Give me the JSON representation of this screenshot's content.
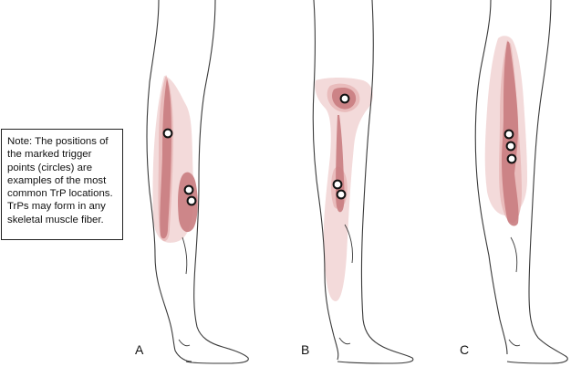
{
  "note": {
    "lines": [
      "Note: The positions of",
      "the marked trigger",
      "points (circles) are",
      "examples of the most",
      "common TrP locations.",
      "TrPs may form in any",
      "skeletal muscle fiber."
    ]
  },
  "panels": [
    {
      "label": "A",
      "trigger_points": 3
    },
    {
      "label": "B",
      "trigger_points": 3
    },
    {
      "label": "C",
      "trigger_points": 3
    }
  ],
  "colors": {
    "outline": "#3a3a3a",
    "referral_zone_light": "#f3dada",
    "referral_zone_mid": "#e9bcbc",
    "muscle_dark": "#c97c80",
    "trigger_point_fill": "#ffffff",
    "trigger_point_stroke": "#111111"
  }
}
